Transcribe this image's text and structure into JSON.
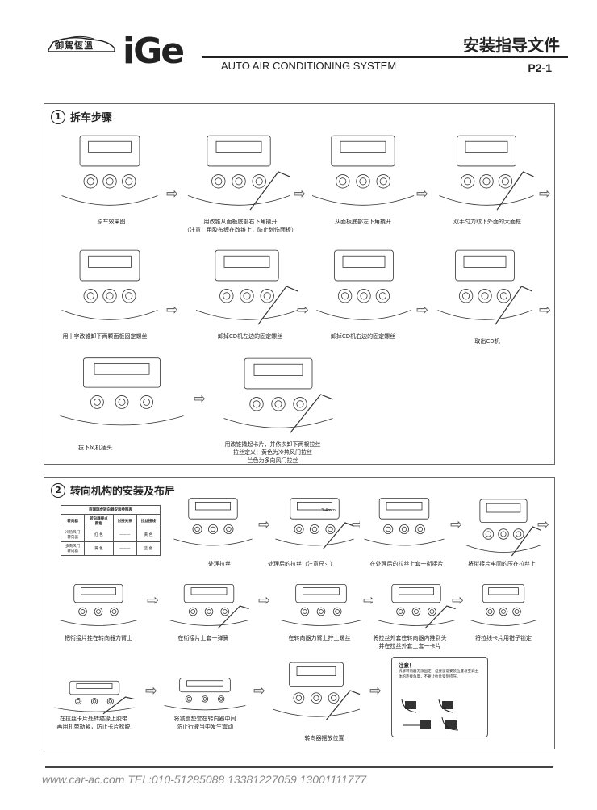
{
  "header": {
    "brand_cn": "御駕恆溫",
    "logo_text": "iGe",
    "subtitle": "AUTO AIR CONDITIONING SYSTEM",
    "doc_title": "安装指导文件",
    "page_no": "P2-1"
  },
  "section1": {
    "number": "1",
    "title": "拆车步骤",
    "steps": [
      {
        "caption": "原车效果图"
      },
      {
        "caption": "用改锥从面板底部右下角撬开\n（注意：用胶布缠在改锥上，防止划伤面板）"
      },
      {
        "caption": "从面板底部左下角撬开"
      },
      {
        "caption": "双手匀力取下外面的大面框"
      },
      {
        "caption": "用十字改锥卸下两颗面板固定螺丝"
      },
      {
        "caption": "卸掉CD机左边的固定螺丝"
      },
      {
        "caption": "卸掉CD机右边的固定螺丝"
      },
      {
        "caption": "取出CD机"
      },
      {
        "caption": "拔下风机插头"
      },
      {
        "caption": "用改锥撬起卡片，并依次卸下两根拉丝\n拉丝定义：黄色为冷热风门拉丝\n兰色为多向风门拉丝"
      }
    ]
  },
  "section2": {
    "number": "2",
    "title": "转向机构的安装及布局",
    "table": {
      "title": "奇瑞瑞虎转向器安装参照表",
      "headers": [
        "转向器",
        "转向器接点\n颜色",
        "对接关系",
        "拉丝接线"
      ],
      "rows": [
        [
          "冷热风门\n转向器",
          "红 色",
          "———",
          "黄 色"
        ],
        [
          "多向风门\n转向器",
          "黄 色",
          "———",
          "蓝 色"
        ]
      ]
    },
    "steps": [
      {
        "caption": "处理拉丝"
      },
      {
        "caption": "处理后的拉丝（注意尺寸）"
      },
      {
        "caption": "在处理后的拉丝上套一衔接片"
      },
      {
        "caption": "将衔接片牢固的压在拉丝上"
      },
      {
        "caption": "把衔接片挂在转向器力臂上"
      },
      {
        "caption": "在衔接片上套一弹簧"
      },
      {
        "caption": "在转向器力臂上拧上螺丝"
      },
      {
        "caption": "将拉丝外套往转向器内推到头\n并在拉丝外套上套一卡片"
      },
      {
        "caption": "将拉线卡片用钳子锁定"
      },
      {
        "caption": "在拉丝卡片处转癌掾上胶带\n再用扎带勒紧，防止卡片松脱"
      },
      {
        "caption": "将减震垫套在转向器中间\n防止行驶当中发生震动"
      },
      {
        "caption": "转向器摆放位置"
      }
    ],
    "dim_label": "3-4mm",
    "note": {
      "title": "注意！",
      "text": "拆解转向器无须固定，但要留意安装位置与空调主体的连接角度，不要让拉丝受到挤压。"
    }
  },
  "footer": {
    "text": "www.car-ac.com    TEL:010-51285088   13381227059   13001111777"
  }
}
